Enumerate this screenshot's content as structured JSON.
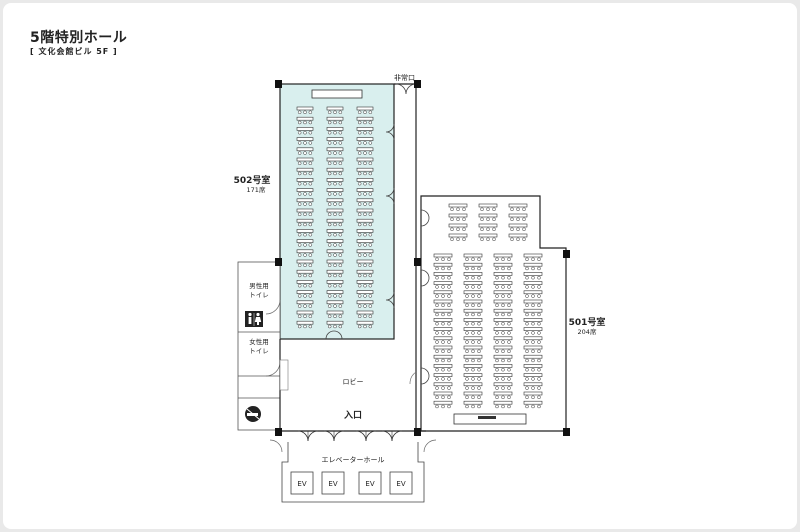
{
  "header": {
    "title": "5階特別ホール",
    "subtitle": "[ 文化会館ビル 5F ]"
  },
  "floor_plan": {
    "emergency_exit": "非常口",
    "room_502": {
      "name": "502号室",
      "seats": "171席"
    },
    "room_501": {
      "name": "501号室",
      "seats": "204席"
    },
    "mens_restroom": [
      "男性用",
      "トイレ"
    ],
    "womens_restroom": [
      "女性用",
      "トイレ"
    ],
    "lobby": "ロビー",
    "entrance": "入口",
    "elevator_hall": "エレベーターホール",
    "elevators": [
      "EV",
      "EV",
      "EV",
      "EV"
    ],
    "icons": [
      "restroom-icon",
      "no-smoking-icon"
    ]
  },
  "colors": {
    "room_502_fill": "#d9efee",
    "wall": "#222222",
    "pillar": "#111111"
  }
}
